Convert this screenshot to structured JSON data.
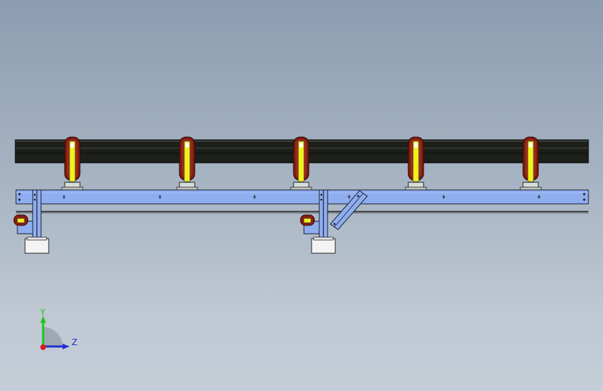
{
  "viewport": {
    "background_top": "#8c9db1",
    "background_bottom": "#c5cdd7"
  },
  "model": {
    "pipe_color": "#1b1d19",
    "beam_color": "#8faef0",
    "roller_body_color": "#7d1a0e",
    "roller_core_color": "#f2f21a",
    "foot_color": "#f4f4f4",
    "roller_count": 5,
    "support_count": 2
  },
  "triad": {
    "y_label": "Y",
    "z_label": "Z",
    "y_color": "#18c818",
    "z_color": "#1c2fd0",
    "x_color": "#e01818"
  }
}
